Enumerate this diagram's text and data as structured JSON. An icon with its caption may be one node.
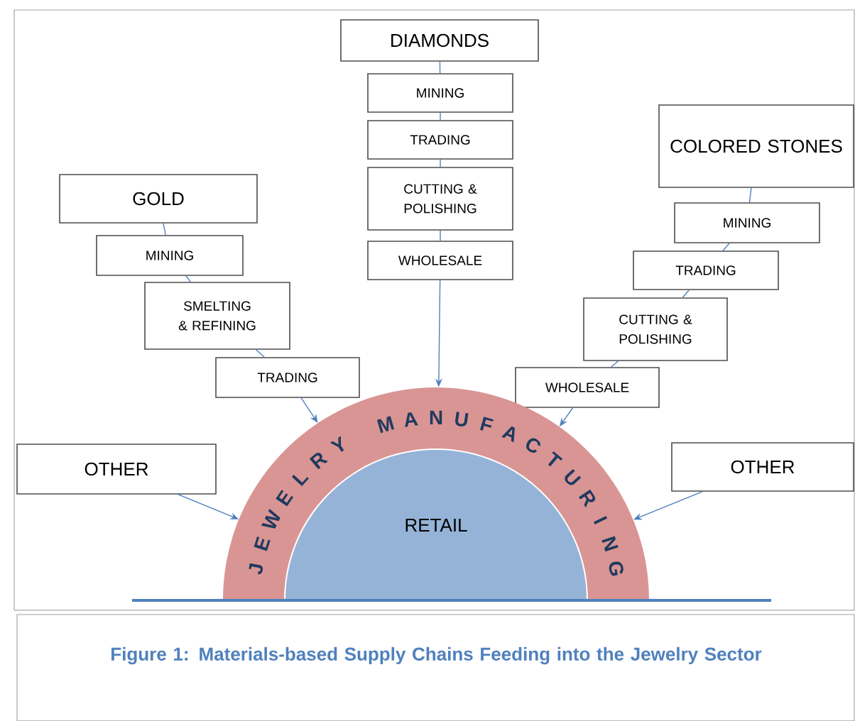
{
  "diagram": {
    "caption": "Figure 1: Materials-based Supply Chains Feeding into the Jewelry Sector",
    "nodes": [
      {
        "text": [
          "DIAMONDS"
        ]
      },
      {
        "text": [
          "MINING"
        ]
      },
      {
        "text": [
          "TRADING"
        ]
      },
      {
        "text": [
          "CUTTING & POLISHING"
        ]
      },
      {
        "text": [
          "WHOLESALE"
        ]
      },
      {
        "text": [
          "GOLD"
        ]
      },
      {
        "text": [
          "MINING"
        ]
      },
      {
        "text": [
          "SMELTING & REFINING"
        ]
      },
      {
        "text": [
          "TRADING"
        ]
      },
      {
        "text": [
          "COLORED STONES"
        ]
      },
      {
        "text": [
          "MINING"
        ]
      },
      {
        "text": [
          "TRADING"
        ]
      },
      {
        "text": [
          "CUTTING & POLISHING"
        ]
      },
      {
        "text": [
          "WHOLESALE"
        ]
      },
      {
        "text": [
          "JEWELRY MANUFACTURING"
        ]
      },
      {
        "text": [
          "RETAIL"
        ],
        "in": 14
      },
      {
        "text": [
          "OTHER"
        ]
      },
      {
        "text": [
          "OTHER"
        ]
      }
    ],
    "edges": [
      {
        "from": 0,
        "to": 1,
        "arrow": "none"
      },
      {
        "from": 1,
        "to": 2,
        "arrow": "none"
      },
      {
        "from": 2,
        "to": 3,
        "arrow": "none"
      },
      {
        "from": 3,
        "to": 4,
        "arrow": "none"
      },
      {
        "from": 4,
        "to": 14,
        "arrow": "to"
      },
      {
        "from": 5,
        "to": 6,
        "arrow": "none"
      },
      {
        "from": 6,
        "to": 7,
        "arrow": "none"
      },
      {
        "from": 7,
        "to": 8,
        "arrow": "none"
      },
      {
        "from": 8,
        "to": 14,
        "arrow": "to"
      },
      {
        "from": 9,
        "to": 10,
        "arrow": "none"
      },
      {
        "from": 10,
        "to": 11,
        "arrow": "none"
      },
      {
        "from": 11,
        "to": 12,
        "arrow": "none"
      },
      {
        "from": 12,
        "to": 13,
        "arrow": "none"
      },
      {
        "from": 13,
        "to": 14,
        "arrow": "to"
      },
      {
        "from": 16,
        "to": 14,
        "arrow": "to"
      },
      {
        "from": 17,
        "to": 14,
        "arrow": "to"
      }
    ]
  }
}
